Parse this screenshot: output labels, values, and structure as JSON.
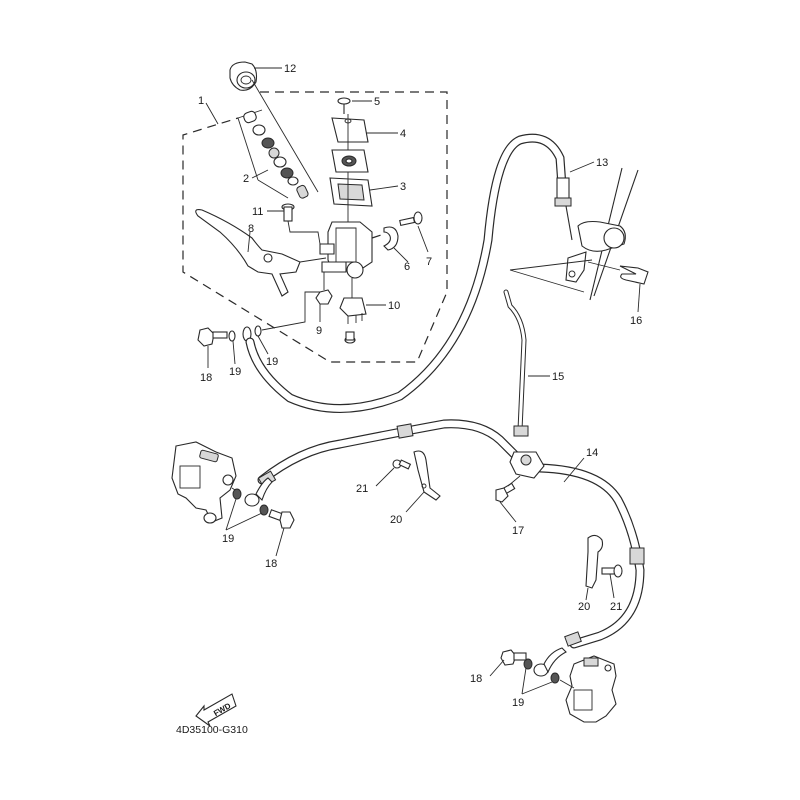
{
  "diagram": {
    "title": "Front master cylinder & brake hose assembly (exploded view)",
    "diagram_code": "4D35100-G310",
    "fwd_label": "FWD",
    "callouts": [
      {
        "id": "c1",
        "number": "1",
        "part": "master-cylinder-assembly"
      },
      {
        "id": "c2",
        "number": "2",
        "part": "piston-kit"
      },
      {
        "id": "c3",
        "number": "3",
        "part": "reservoir-diaphragm-plate"
      },
      {
        "id": "c4",
        "number": "4",
        "part": "reservoir-cap"
      },
      {
        "id": "c5",
        "number": "5",
        "part": "cap-screw"
      },
      {
        "id": "c6",
        "number": "6",
        "part": "master-cylinder-holder"
      },
      {
        "id": "c7",
        "number": "7",
        "part": "holder-bolt"
      },
      {
        "id": "c8",
        "number": "8",
        "part": "brake-lever"
      },
      {
        "id": "c9",
        "number": "9",
        "part": "lever-nut"
      },
      {
        "id": "c10",
        "number": "10",
        "part": "brake-light-switch"
      },
      {
        "id": "c11",
        "number": "11",
        "part": "lever-pivot-bolt"
      },
      {
        "id": "c12",
        "number": "12",
        "part": "boot"
      },
      {
        "id": "c13",
        "number": "13",
        "part": "brake-hose-upper"
      },
      {
        "id": "c14",
        "number": "14",
        "part": "brake-hose-lower"
      },
      {
        "id": "c15",
        "number": "15",
        "part": "brake-pipe"
      },
      {
        "id": "c16",
        "number": "16",
        "part": "hose-clip"
      },
      {
        "id": "c17",
        "number": "17",
        "part": "joint-bolt"
      },
      {
        "id": "c18a",
        "number": "18",
        "part": "union-bolt-master"
      },
      {
        "id": "c19a",
        "number": "19",
        "part": "copper-washer"
      },
      {
        "id": "c19b",
        "number": "19",
        "part": "copper-washer"
      },
      {
        "id": "c18b",
        "number": "18",
        "part": "union-bolt-left-caliper"
      },
      {
        "id": "c19c",
        "number": "19",
        "part": "copper-washers-left-caliper"
      },
      {
        "id": "c20a",
        "number": "20",
        "part": "hose-holder-left"
      },
      {
        "id": "c21a",
        "number": "21",
        "part": "holder-bolt-left"
      },
      {
        "id": "c20b",
        "number": "20",
        "part": "hose-holder-right"
      },
      {
        "id": "c21b",
        "number": "21",
        "part": "holder-bolt-right"
      },
      {
        "id": "c18c",
        "number": "18",
        "part": "union-bolt-right-caliper"
      },
      {
        "id": "c19d",
        "number": "19",
        "part": "copper-washers-right-caliper"
      }
    ]
  }
}
